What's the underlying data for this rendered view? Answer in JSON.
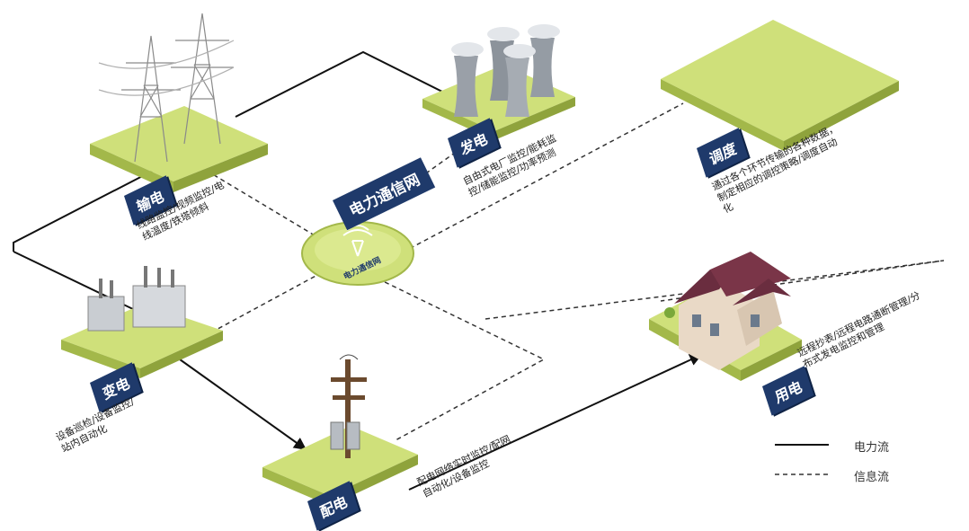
{
  "diagram": {
    "hub": {
      "title": "电力通信网",
      "icon_caption": "电力通信网",
      "icon": "signal-tower-icon"
    },
    "nodes": {
      "transmission": {
        "label": "输电",
        "desc": [
          "线路监控/视频监控/电",
          "线温度/铁塔倾斜"
        ]
      },
      "generation": {
        "label": "发电",
        "desc": [
          "自由式电厂监控/能耗监",
          "控/储能监控/功率预测"
        ]
      },
      "dispatch": {
        "label": "调度",
        "desc": [
          "通过各个环节传输的各种数据，",
          "制定相应的调控策略/调度自动",
          "化"
        ]
      },
      "substation": {
        "label": "变电",
        "desc": [
          "设备巡检/设备监控/",
          "站内自动化"
        ]
      },
      "distribution": {
        "label": "配电",
        "desc": [
          "配电网络实时监控/配网",
          "自动化/设备监控"
        ]
      },
      "consumption": {
        "label": "用电",
        "desc": [
          "远程抄表/远程电路通断管理/分",
          "布式发电监控和管理"
        ]
      }
    },
    "legend": {
      "power_flow": "电力流",
      "info_flow": "信息流"
    },
    "colors": {
      "platform_top": "#cfe07a",
      "platform_side": "#a3b84a",
      "badge": "#1f3a6b",
      "hub_fill": "#cfe07a"
    }
  }
}
